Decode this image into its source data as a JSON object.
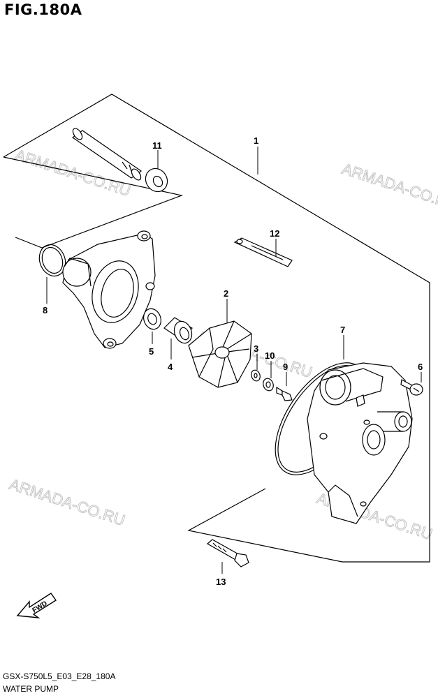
{
  "figure_title": "FIG.180A",
  "watermark": "ARMADA-CO.RU",
  "fwd_label": "FWD",
  "callouts": {
    "p1": "1",
    "p2": "2",
    "p3": "3",
    "p4": "4",
    "p5": "5",
    "p6": "6",
    "p7": "7",
    "p8": "8",
    "p9": "9",
    "p10": "10",
    "p11": "11",
    "p12": "12",
    "p13": "13"
  },
  "footer": {
    "model_code": "GSX-S750L5_E03_E28_180A",
    "assembly_name": "WATER PUMP"
  }
}
